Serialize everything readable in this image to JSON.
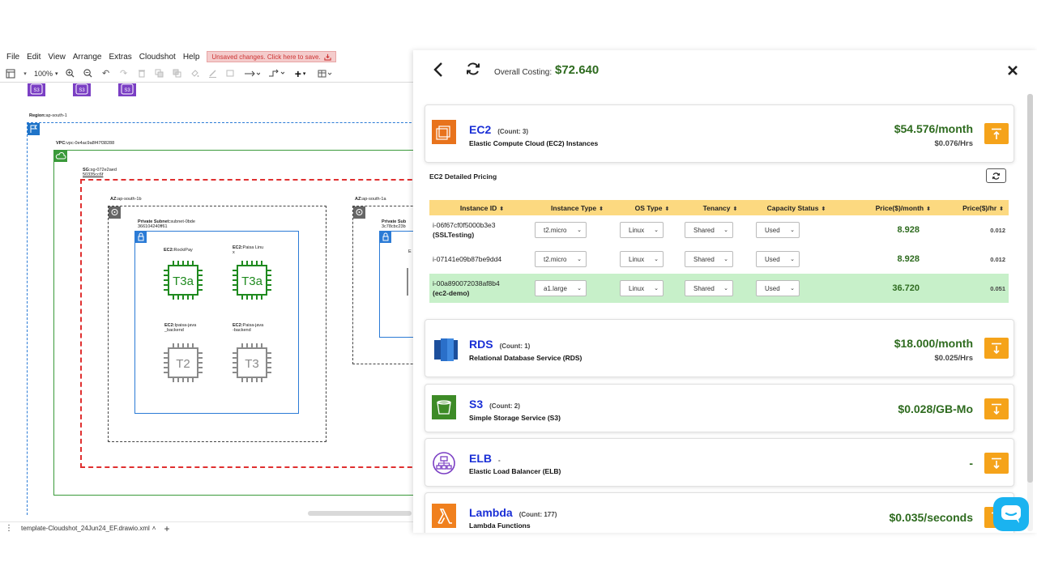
{
  "drawio": {
    "menu": [
      "File",
      "Edit",
      "View",
      "Arrange",
      "Extras",
      "Cloudshot",
      "Help"
    ],
    "unsaved_text": "Unsaved changes. Click here to save.",
    "zoom": "100%",
    "region_label": "Region:",
    "region_value": "ap-south-1",
    "vpc_label": "VPC:",
    "vpc_value": "vpc-0e4ac9a8f47f38288",
    "sg_label": "SG:",
    "sg_value_1": "sg-072e2aed",
    "sg_value_2": "50335cc6f",
    "az1_label": "AZ:",
    "az1_value": "ap-south-1b",
    "az2_label": "AZ:",
    "az2_value": "ap-south-1a",
    "subnet1_label": "Private Subnet:",
    "subnet1_value_1": "subnet-0bde",
    "subnet1_value_2": "366104240ff61",
    "subnet2_label": "Private Sub",
    "subnet2_value": "3c78cbc23b",
    "ec2_a_label": "EC2:",
    "ec2_a_value": "RockiPay",
    "ec2_b_label": "EC2:",
    "ec2_b_value_1": "Paisa Linu",
    "ec2_b_value_2": "x",
    "ec2_c_label": "EC2:",
    "ec2_c_value_1": "Ipaisa-java",
    "ec2_c_value_2": "_backend",
    "ec2_d_label": "EC2:",
    "ec2_d_value_1": "Paisa-java",
    "ec2_d_value_2": "-backend",
    "chip_a": "T3a",
    "chip_b": "T3a",
    "chip_c": "T2",
    "chip_d": "T3",
    "s3_badge": "S3",
    "file_tab": "template-Cloudshot_24Jun24_EF.drawio.xml"
  },
  "panel": {
    "overall_label": "Overall Costing:",
    "overall_value": "$72.640",
    "services": [
      {
        "name": "EC2",
        "count": "(Count: 3)",
        "desc": "Elastic Compute Cloud (EC2) Instances",
        "cost": "$54.576/month",
        "hrs": "$0.076/Hrs"
      },
      {
        "name": "RDS",
        "count": "(Count: 1)",
        "desc": "Relational Database Service (RDS)",
        "cost": "$18.000/month",
        "hrs": "$0.025/Hrs"
      },
      {
        "name": "S3",
        "count": "(Count: 2)",
        "desc": "Simple Storage Service (S3)",
        "cost": "$0.028/GB-Mo",
        "hrs": ""
      },
      {
        "name": "ELB",
        "count": "-",
        "desc": "Elastic Load Balancer (ELB)",
        "cost": "-",
        "hrs": ""
      },
      {
        "name": "Lambda",
        "count": "(Count: 177)",
        "desc": "Lambda Functions",
        "cost": "$0.035/seconds",
        "hrs": ""
      }
    ],
    "detail_title": "EC2 Detailed Pricing",
    "table": {
      "headers": [
        "Instance ID",
        "Instance Type",
        "OS Type",
        "Tenancy",
        "Capacity Status",
        "Price($)/month",
        "Price($)/hr"
      ],
      "rows": [
        {
          "id": "i-06f67cf0f5000b3e3",
          "name": "(SSLTesting)",
          "type": "t2.micro",
          "os": "Linux",
          "tenancy": "Shared",
          "status": "Used",
          "pm": "8.928",
          "ph": "0.012"
        },
        {
          "id": "i-07141e09b87be9dd4",
          "name": "",
          "type": "t2.micro",
          "os": "Linux",
          "tenancy": "Shared",
          "status": "Used",
          "pm": "8.928",
          "ph": "0.012"
        },
        {
          "id": "i-00a890072038af8b4",
          "name": "(ec2-demo)",
          "type": "a1.large",
          "os": "Linux",
          "tenancy": "Shared",
          "status": "Used",
          "pm": "36.720",
          "ph": "0.051"
        }
      ]
    }
  },
  "colors": {
    "accent_orange": "#f5a31a",
    "cost_green": "#2e6b1f",
    "service_blue": "#1a2fd6",
    "highlight_row": "#c7f0c9",
    "table_header": "#fcd980"
  }
}
